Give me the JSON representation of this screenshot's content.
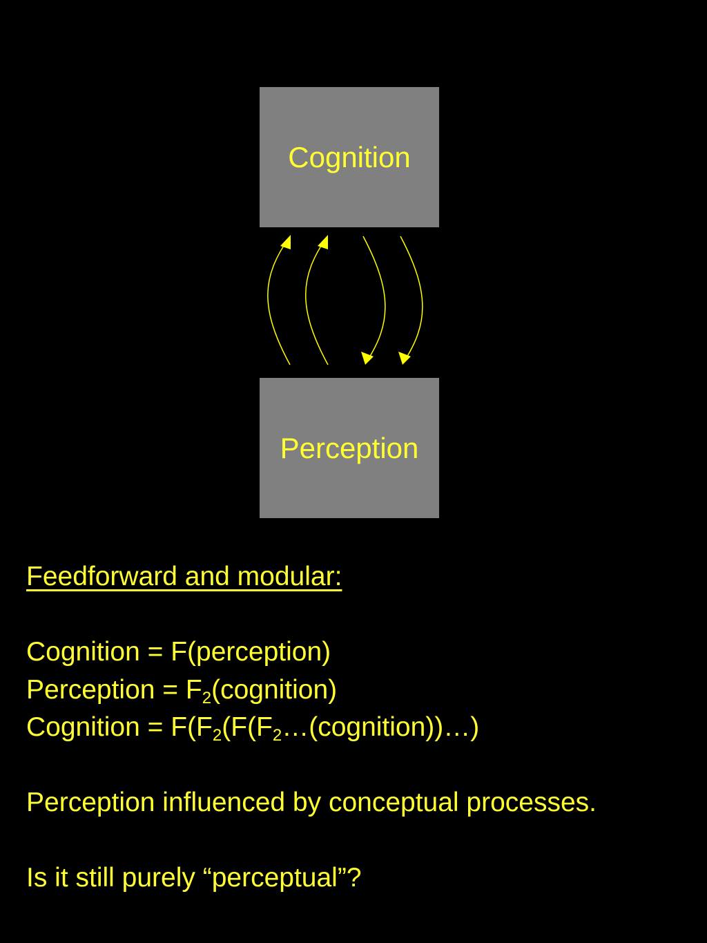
{
  "colors": {
    "background": "#000000",
    "box_fill": "#808080",
    "text": "#ffff33",
    "arrow": "#ffff00"
  },
  "diagram": {
    "top_box_label": "Cognition",
    "bottom_box_label": "Perception",
    "arrows_up_count": 2,
    "arrows_down_count": 2
  },
  "notes": {
    "heading": "Feedforward and modular:",
    "eq1": "Cognition = F(perception)",
    "eq2_pre": "Perception = F",
    "eq2_sub": "2",
    "eq2_post": "(cognition)",
    "eq3_a": "Cognition = F(F",
    "eq3_sub1": "2",
    "eq3_b": "(F(F",
    "eq3_sub2": "2",
    "eq3_c": "…(cognition))…)",
    "statement": "Perception influenced by conceptual processes.",
    "question": "Is it still purely “perceptual”?"
  }
}
